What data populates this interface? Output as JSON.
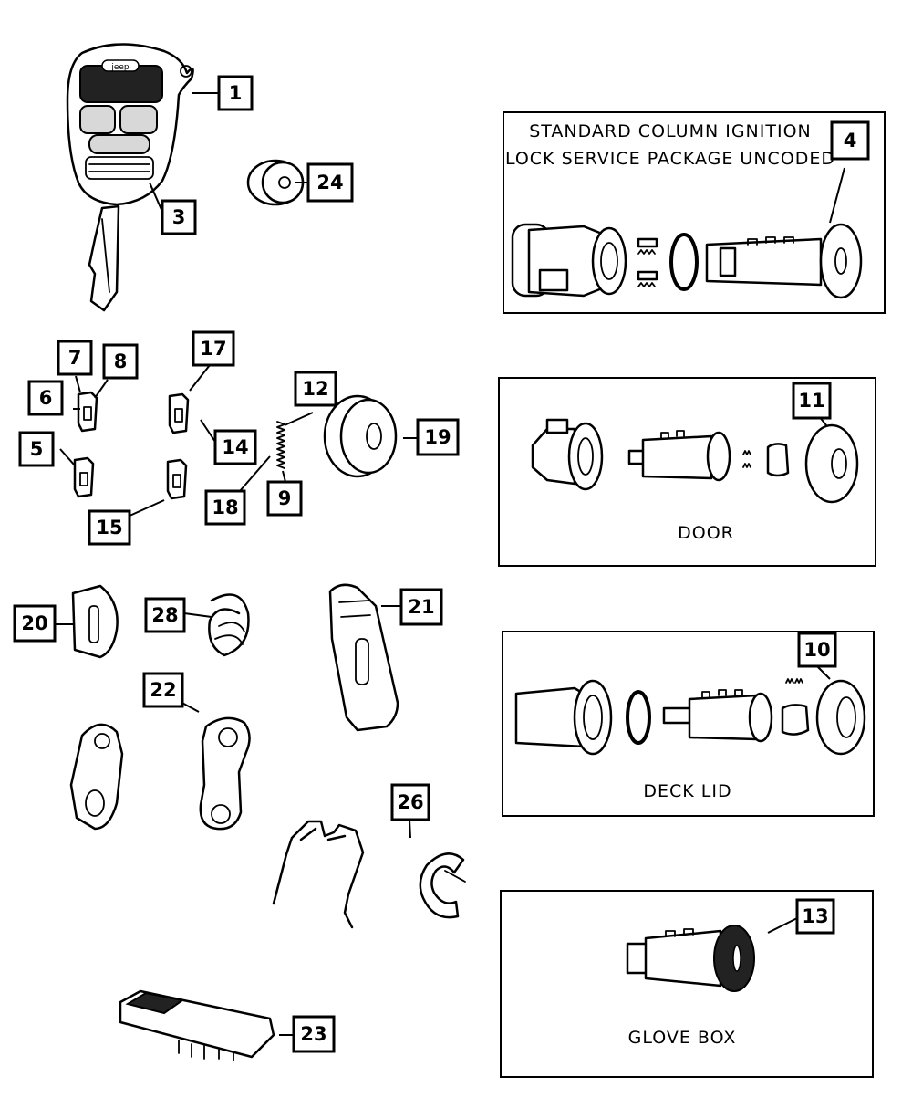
{
  "panels": [
    {
      "id": "ignition",
      "lines": [
        "STANDARD COLUMN IGNITION",
        "LOCK SERVICE PACKAGE UNCODED"
      ]
    },
    {
      "id": "door",
      "lines": [
        "DOOR"
      ]
    },
    {
      "id": "deck-lid",
      "lines": [
        "DECK LID"
      ]
    },
    {
      "id": "glove-box",
      "lines": [
        "GLOVE BOX"
      ]
    }
  ],
  "callouts": [
    "1",
    "3",
    "24",
    "4",
    "7",
    "8",
    "6",
    "17",
    "12",
    "5",
    "14",
    "19",
    "18",
    "9",
    "15",
    "11",
    "20",
    "28",
    "21",
    "22",
    "10",
    "26",
    "13",
    "23"
  ],
  "remote_label": "jeep"
}
